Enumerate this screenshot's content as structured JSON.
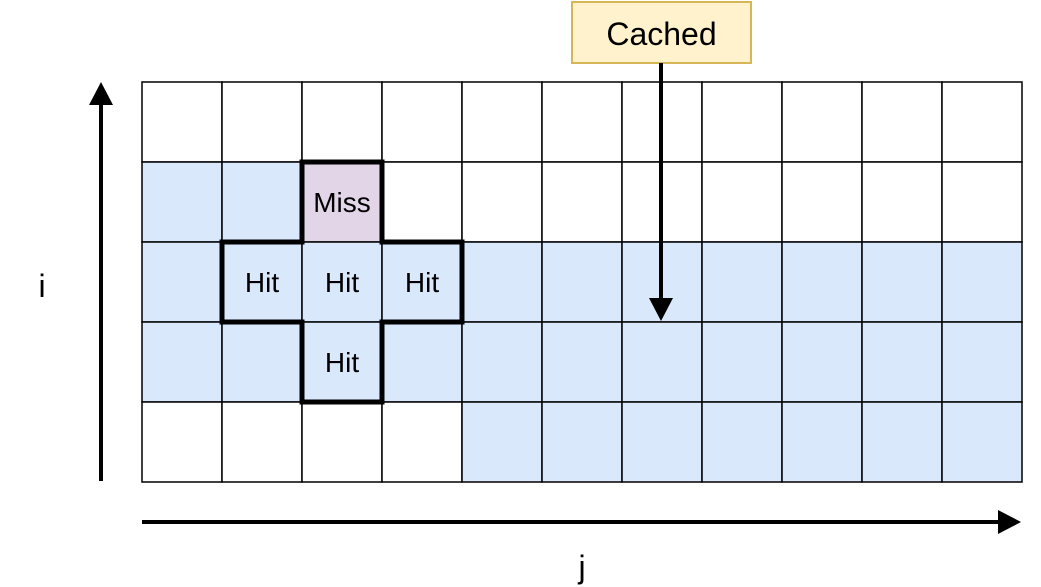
{
  "axes": {
    "vertical_label": "i",
    "horizontal_label": "j"
  },
  "callout": {
    "label": "Cached"
  },
  "grid": {
    "rows": 5,
    "cols": 11,
    "shaded_cells": [
      [
        1,
        0
      ],
      [
        1,
        1
      ],
      [
        2,
        0
      ],
      [
        2,
        4
      ],
      [
        2,
        5
      ],
      [
        2,
        6
      ],
      [
        2,
        7
      ],
      [
        2,
        8
      ],
      [
        2,
        9
      ],
      [
        2,
        10
      ],
      [
        3,
        0
      ],
      [
        3,
        1
      ],
      [
        3,
        3
      ],
      [
        3,
        4
      ],
      [
        3,
        5
      ],
      [
        3,
        6
      ],
      [
        3,
        7
      ],
      [
        3,
        8
      ],
      [
        3,
        9
      ],
      [
        3,
        10
      ],
      [
        4,
        4
      ],
      [
        4,
        5
      ],
      [
        4,
        6
      ],
      [
        4,
        7
      ],
      [
        4,
        8
      ],
      [
        4,
        9
      ],
      [
        4,
        10
      ]
    ],
    "stencil_cells": [
      {
        "row": 1,
        "col": 2,
        "label": "Miss",
        "status": "miss"
      },
      {
        "row": 2,
        "col": 1,
        "label": "Hit",
        "status": "hit"
      },
      {
        "row": 2,
        "col": 2,
        "label": "Hit",
        "status": "hit"
      },
      {
        "row": 2,
        "col": 3,
        "label": "Hit",
        "status": "hit"
      },
      {
        "row": 3,
        "col": 2,
        "label": "Hit",
        "status": "hit"
      }
    ]
  },
  "colors": {
    "cached_fill": "#dae8fc",
    "miss_fill": "#e1d5e7",
    "hit_fill": "#dae8fc",
    "callout_fill": "#fff2cc",
    "callout_border": "#d6b656",
    "grid_line": "#000000"
  }
}
